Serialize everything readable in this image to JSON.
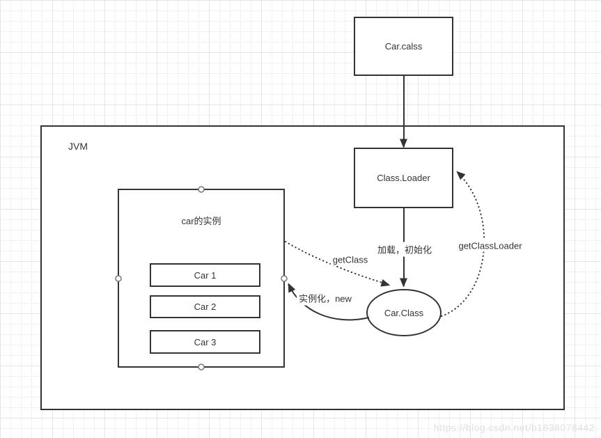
{
  "watermark": "https://blog.csdn.net/b1838078442",
  "diagram": {
    "jvm_label": "JVM",
    "nodes": {
      "car_class_file": "Car.calss",
      "class_loader": "Class.Loader",
      "car_instances": "car的实例",
      "car1": "Car 1",
      "car2": "Car 2",
      "car3": "Car 3",
      "car_class_object": "Car.Class"
    },
    "edges": {
      "load_init": "加载，初始化",
      "get_class_loader": "getClassLoader",
      "get_class": "getClass",
      "instantiate": "实例化，new"
    },
    "colors": {
      "stroke": "#333333",
      "text": "#333333",
      "node_fill": "#ffffff",
      "grid_minor": "#f1f1f2",
      "grid_major": "#e4e4e6",
      "watermark": "#dfe0e4"
    }
  }
}
